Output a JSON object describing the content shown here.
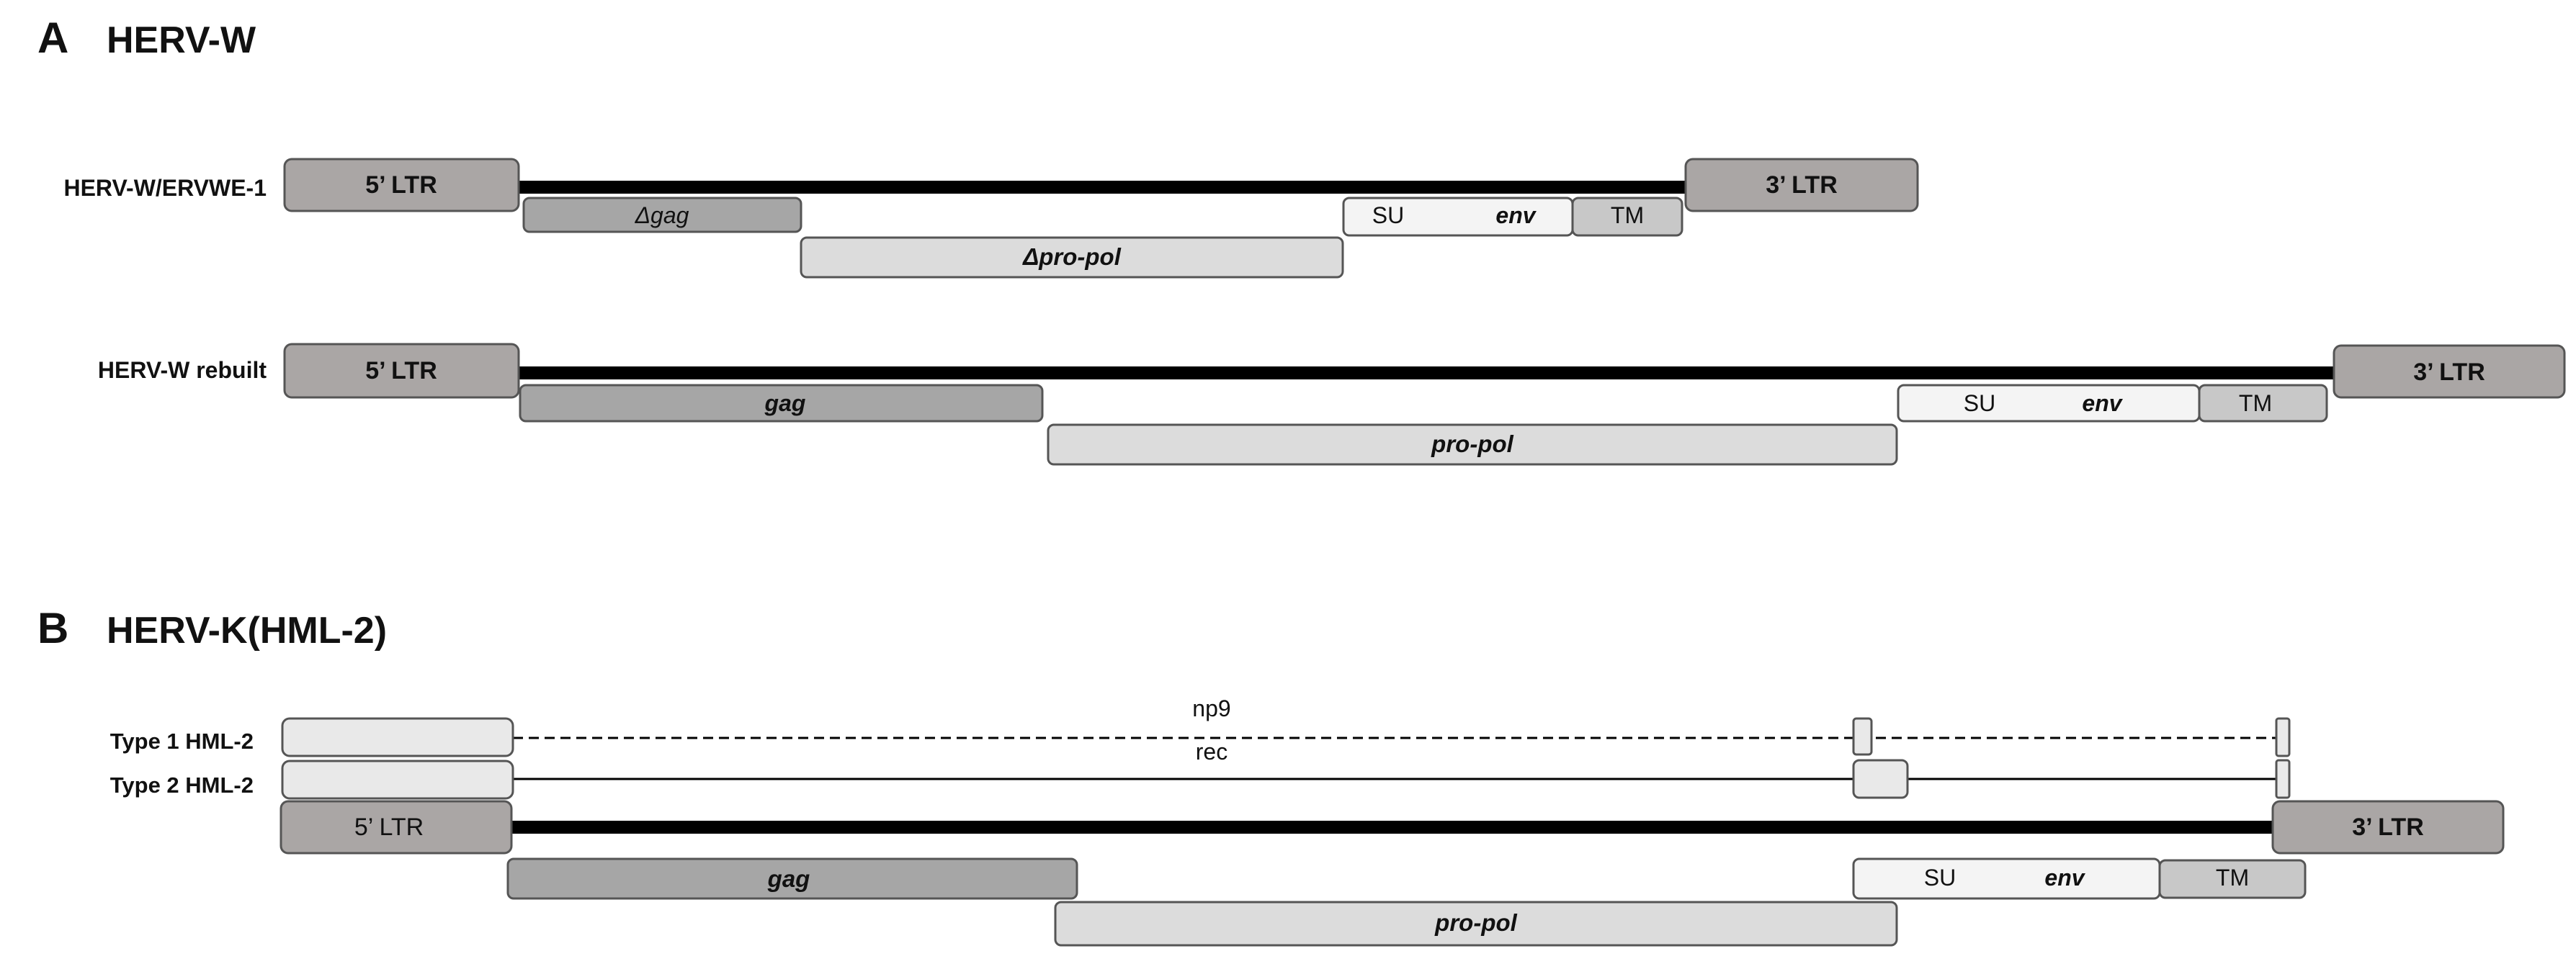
{
  "panel_a": {
    "letter": "A",
    "title": "HERV-W",
    "ervwe1": {
      "row_label": "HERV-W/ERVWE-1",
      "ltr5": "5’ LTR",
      "ltr3": "3’ LTR",
      "gag": "Δgag",
      "pro_pol": "Δpro-pol",
      "su": "SU",
      "env": "env",
      "tm": "TM"
    },
    "rebuilt": {
      "row_label": "HERV-W rebuilt",
      "ltr5": "5’ LTR",
      "ltr3": "3’ LTR",
      "gag": "gag",
      "pro_pol": "pro-pol",
      "su": "SU",
      "env": "env",
      "tm": "TM"
    }
  },
  "panel_b": {
    "letter": "B",
    "title": "HERV-K(HML-2)",
    "type1_label": "Type 1 HML-2",
    "type2_label": "Type 2 HML-2",
    "np9": "np9",
    "rec": "rec",
    "ltr5": "5’ LTR",
    "ltr3": "3’ LTR",
    "gag": "gag",
    "pro_pol": "pro-pol",
    "su": "SU",
    "env": "env",
    "tm": "TM"
  },
  "colors": {
    "ltr": "#aaa6a5",
    "gag": "#a6a6a6",
    "pro_pol": "#dcdcdc",
    "su": "#f4f4f4",
    "tm": "#c8c8c8",
    "exon": "#e9e9e9",
    "backbone": "#000000"
  }
}
